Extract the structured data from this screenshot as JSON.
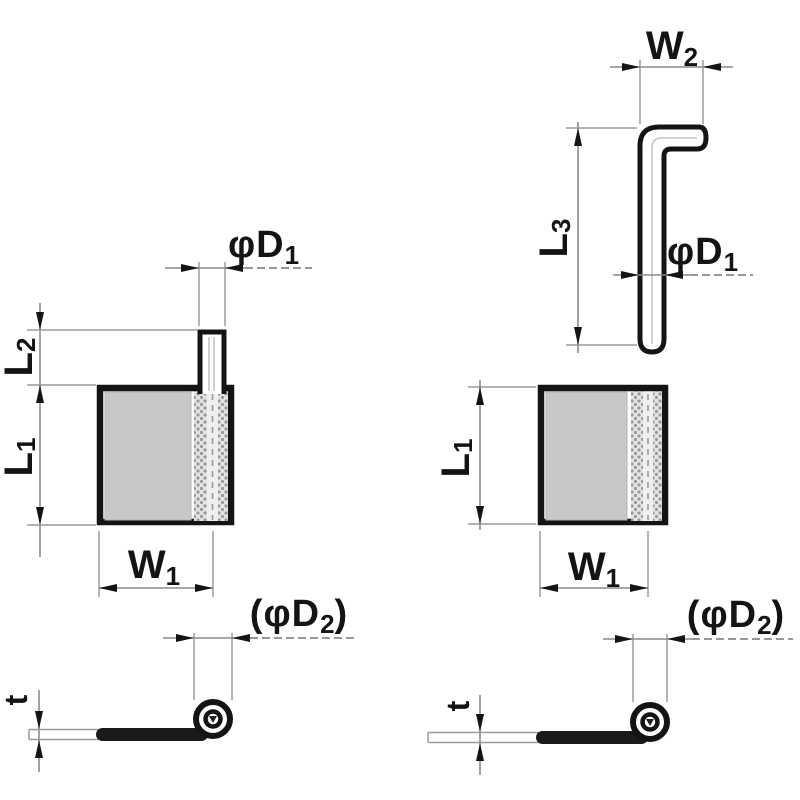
{
  "drawing": {
    "type": "hinge-dimension-diagram",
    "views": {
      "left_front": "hinge with straight pin inserted",
      "right_front": "hinge with L-shaped removable pin",
      "bottom": "rolled-knuckle leaf side views"
    }
  },
  "colors": {
    "line": "#141414",
    "dim_line": "#8a8a8a",
    "panel_gray": "#c8c8c8",
    "stipple_bg": "#e4e4e4",
    "stipple_dot": "#9a9a9a",
    "channel_gray": "#efefef",
    "background": "#ffffff"
  },
  "left_view": {
    "labels": {
      "pin_diameter": {
        "pre": "φD",
        "sub": "1"
      },
      "pin_height": {
        "main": "L",
        "sub": "2"
      },
      "body_height": {
        "main": "L",
        "sub": "1"
      },
      "body_width": {
        "main": "W",
        "sub": "1"
      },
      "knuckle_diameter": {
        "pre": "(φD",
        "sub": "2",
        "post": ")"
      },
      "thickness": {
        "main": "t"
      }
    }
  },
  "right_view": {
    "labels": {
      "pin_arm_width": {
        "main": "W",
        "sub": "2"
      },
      "pin_length": {
        "main": "L",
        "sub": "3"
      },
      "pin_diameter": {
        "pre": "φD",
        "sub": "1"
      },
      "body_height": {
        "main": "L",
        "sub": "1"
      },
      "body_width": {
        "main": "W",
        "sub": "1"
      },
      "knuckle_diameter": {
        "pre": "(φD",
        "sub": "2",
        "post": ")"
      },
      "thickness": {
        "main": "t"
      }
    }
  }
}
